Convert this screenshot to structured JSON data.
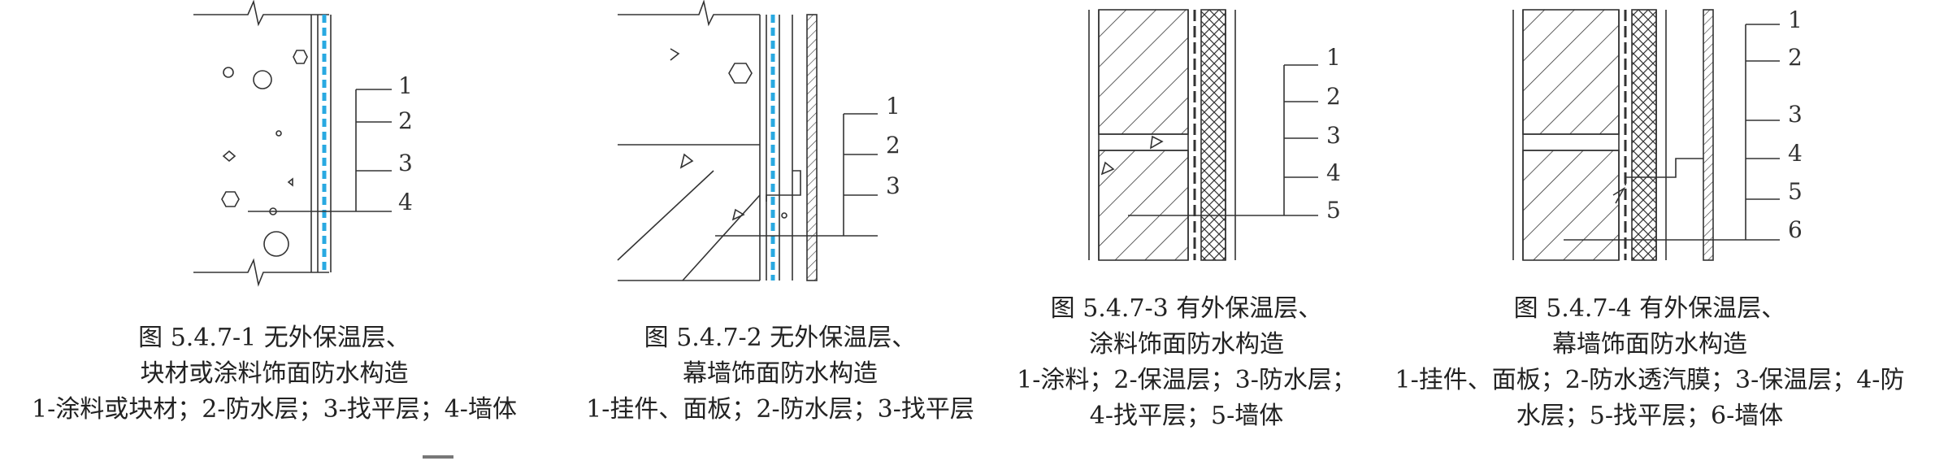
{
  "figures": [
    {
      "id": "fig1",
      "callouts": [
        "1",
        "2",
        "3",
        "4"
      ],
      "caption_title": "图 5.4.7-1  无外保温层、",
      "caption_subtitle": "块材或涂料饰面防水构造",
      "legend_lines": [
        "1-涂料或块材；2-防水层；3-找平层；4-墙体"
      ]
    },
    {
      "id": "fig2",
      "callouts": [
        "1",
        "2",
        "3"
      ],
      "caption_title": "图 5.4.7-2  无外保温层、",
      "caption_subtitle": "幕墙饰面防水构造",
      "legend_lines": [
        "1-挂件、面板；2-防水层；3-找平层"
      ]
    },
    {
      "id": "fig3",
      "callouts": [
        "1",
        "2",
        "3",
        "4",
        "5"
      ],
      "caption_title": "图 5.4.7-3  有外保温层、",
      "caption_subtitle": "涂料饰面防水构造",
      "legend_lines": [
        "1-涂料；2-保温层；3-防水层；",
        "4-找平层；5-墙体"
      ]
    },
    {
      "id": "fig4",
      "callouts": [
        "1",
        "2",
        "3",
        "4",
        "5",
        "6"
      ],
      "caption_title": "图 5.4.7-4  有外保温层、",
      "caption_subtitle": "幕墙饰面防水构造",
      "legend_lines": [
        "1-挂件、面板；2-防水透汽膜；3-保温层；4-防",
        "水层；5-找平层；6-墙体"
      ]
    }
  ],
  "colors": {
    "line": "#333333",
    "waterproof_layer": "#29a9e1",
    "text": "#222222"
  }
}
